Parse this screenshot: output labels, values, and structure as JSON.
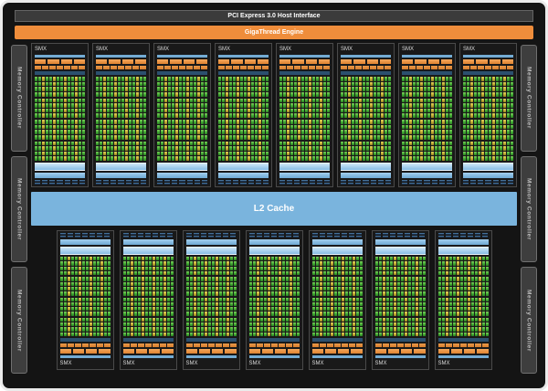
{
  "header": {
    "pci_label": "PCI Express 3.0 Host Interface",
    "gigathread_label": "GigaThread Engine"
  },
  "l2_cache": {
    "label": "L2 Cache"
  },
  "smx": {
    "label": "SMX",
    "top_count": 8,
    "bottom_count": 7,
    "core_grid": {
      "columns": 14,
      "row_blocks": 4,
      "rows_per_block": 4,
      "yellow_column_indices": [
        2,
        5,
        8,
        11
      ]
    },
    "warp_scheduler_segments": 4,
    "dispatch_segments": 7,
    "texture_dash_segments": 7
  },
  "memory_controllers": {
    "label": "Memory Controller",
    "left_count": 3,
    "right_count": 3
  },
  "colors": {
    "background": "#141414",
    "frame": "#ebebeb",
    "pci_bar": "#3b3b3b",
    "gigathread_orange": "#ef8d3b",
    "l2_blue": "#7ab4dd",
    "light_blue_bar": "#86bce4",
    "register_file_navy": "#2b506f",
    "core_green": "#3fa832",
    "core_yellow": "#c0ab34",
    "scheduler_orange": "#df8230",
    "memory_controller_gray": "#3e3e3e"
  }
}
